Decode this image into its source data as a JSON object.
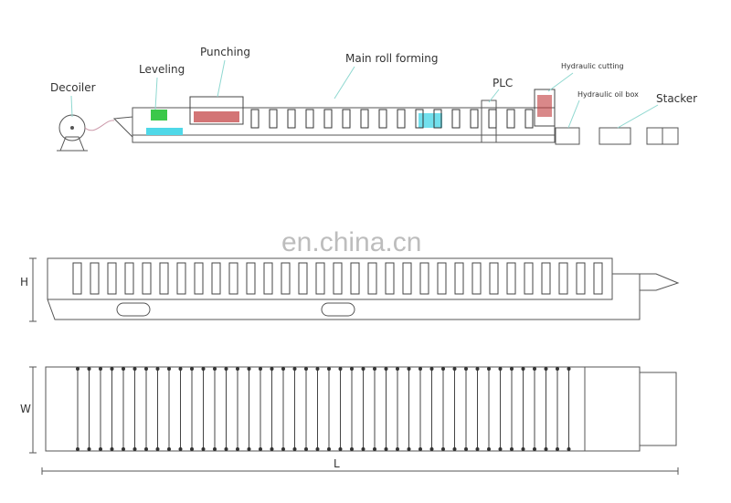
{
  "labels": {
    "decoiler": "Decoiler",
    "leveling": "Leveling",
    "punching": "Punching",
    "main_roll_forming": "Main roll forming",
    "plc": "PLC",
    "hydraulic_cutting": "Hydraulic cutting",
    "hydraulic_oil_box": "Hydraulic oil box",
    "stacker": "Stacker"
  },
  "dimensions": {
    "height": "H",
    "width": "W",
    "length": "L"
  },
  "watermark": "en.china.cn",
  "colors": {
    "line": "#555555",
    "leader": "#8fd8d0",
    "punch": "#c0393b",
    "leveler": "#3cc84a",
    "cyan": "#4fd8e8"
  }
}
